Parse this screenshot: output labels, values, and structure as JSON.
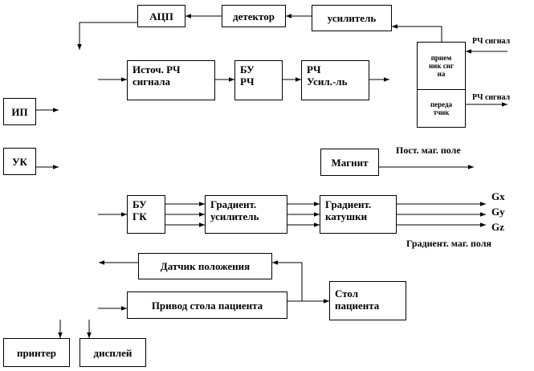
{
  "blocks": {
    "adc": "АЦП",
    "detector": "детектор",
    "amplifier": "усилитель",
    "rf_source": [
      "Источ. РЧ",
      "сигнала"
    ],
    "bu_rf": [
      "БУ",
      "РЧ"
    ],
    "rf_amp": [
      "РЧ",
      "Усил.-ль"
    ],
    "receiver": [
      "прием",
      "ник сиг",
      "на"
    ],
    "transmitter": [
      "переда",
      "тчик"
    ],
    "ip": "ИП",
    "uk": "УК",
    "magnet": "Магнит",
    "bu_gk": [
      "БУ",
      "ГК"
    ],
    "grad_amp": [
      "Градиент.",
      "усилитель"
    ],
    "grad_coils": [
      "Градиент.",
      "катушки"
    ],
    "position_sensor": "Датчик положения",
    "table_drive": "Привод стола пациента",
    "patient_table": [
      "Стол",
      "пациента"
    ],
    "printer": "принтер",
    "display": "дисплей"
  },
  "labels": {
    "rf_signal_in": "РЧ сигнал",
    "rf_signal_out": "РЧ сигнал",
    "static_field": "Пост. маг. поле",
    "gx": "Gx",
    "gy": "Gy",
    "gz": "Gz",
    "gradient_fields": "Градиент. маг. поля"
  }
}
